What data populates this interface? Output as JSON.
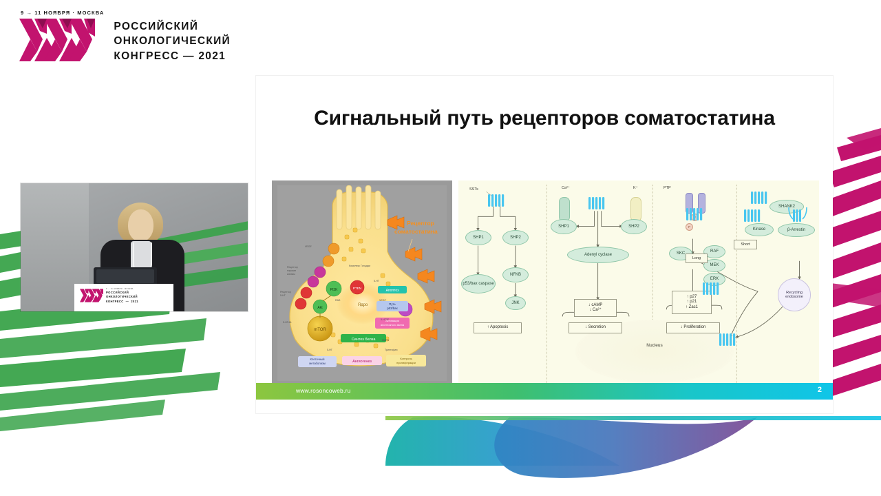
{
  "branding": {
    "date_city": "9 → 11 НОЯБРЯ · МОСКВА",
    "roman_numeral": "XXV",
    "title_lines": "РОССИЙСКИЙ\nОНКОЛОГИЧЕСКИЙ\nКОНГРЕСС — 2021",
    "accent_magenta": "#c2136e",
    "accent_green": "#3aa34a",
    "accent_cyan": "#10c5e8"
  },
  "video": {
    "label": "speaker-video-feed",
    "podium_date": "9 → 11 НОЯБРЯ · МОСКВА",
    "podium_roman": "XXV",
    "podium_title": "РОССИЙСКИЙ\nОНКОЛОГИЧЕСКИЙ\nКОНГРЕСС  —  2021"
  },
  "slide": {
    "title": "Сигнальный путь рецепторов соматостатина",
    "footer_url": "www.rosoncoweb.ru",
    "page_number": "2",
    "cell_figure": {
      "receptor_callout": "Рецептор соматостатина",
      "nucleus_label": "Ядро",
      "labels": [
        "mTOR",
        "Akt",
        "PI3K",
        "PTEN",
        "Raf",
        "Синтез белка",
        "Ангиогенез",
        "Клеточный метаболизм",
        "Контроль пролиферации",
        "Апоптоз",
        "Путь 1 рецептор",
        "Активация апоптозного звена",
        "Тирозин киназа",
        "Тирозин",
        "5-HT",
        "VEGF"
      ]
    },
    "pathways": {
      "nucleus_label": "Nucleus",
      "panel1": {
        "receptor": "SSTs",
        "nodes": [
          "SHP1",
          "SHP2",
          "p53/bax caspase",
          "NFKB",
          "JNK"
        ],
        "outcome": "↑ Apoptosis"
      },
      "panel2": {
        "channels": [
          "Ca²⁺",
          "K⁺"
        ],
        "nodes": [
          "SHP1",
          "SHP2",
          "Adenyl cyclase"
        ],
        "readout": "↓ cAMP\n↓ Ca²⁺",
        "outcome": "↓ Secretion"
      },
      "panel3": {
        "receptor": "PTP",
        "nodes": [
          "SKC",
          "RAF",
          "MEK",
          "ERK"
        ],
        "readout": "↑ p27\n↑ p21\n↑ Zac1",
        "outcome": "↓ Proliferation"
      },
      "panel4": {
        "nodes": [
          "SHANK2",
          "Kinase",
          "β-Arrestin"
        ],
        "organelle": "Recycling endosome",
        "route_labels": [
          "Long",
          "Short"
        ]
      }
    }
  }
}
